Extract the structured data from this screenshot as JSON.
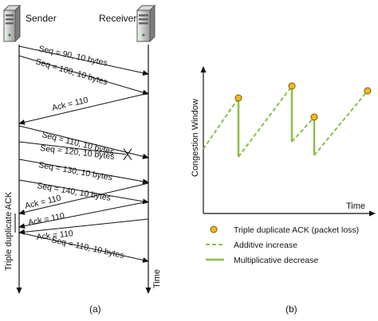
{
  "panel_a": {
    "caption": "(a)",
    "sender_label": "Sender",
    "receiver_label": "Receiver",
    "time_label": "Time",
    "triple_dup_label": "Triple duplicate ACK",
    "messages": [
      {
        "label": "Seq = 90, 10 bytes",
        "dir": "s2r",
        "lost": false
      },
      {
        "label": "Seq = 100, 10 bytes",
        "dir": "s2r",
        "lost": false
      },
      {
        "label": "Ack = 110",
        "dir": "r2s",
        "lost": false
      },
      {
        "label": "Seq = 110, 10 bytes",
        "dir": "s2r",
        "lost": false
      },
      {
        "label": "Seq = 120, 10 bytes",
        "dir": "s2r",
        "lost": true
      },
      {
        "label": "Seq = 130, 10 bytes",
        "dir": "s2r",
        "lost": false
      },
      {
        "label": "Seq = 140, 10 bytes",
        "dir": "s2r",
        "lost": false
      },
      {
        "label": "Ack = 110",
        "dir": "r2s",
        "lost": false
      },
      {
        "label": "Ack = 110",
        "dir": "r2s",
        "lost": false
      },
      {
        "label": "Ack = 110",
        "dir": "r2s",
        "lost": false
      },
      {
        "label": "Seq = 110, 10 bytes",
        "dir": "s2r",
        "lost": false
      }
    ]
  },
  "panel_b": {
    "caption": "(b)",
    "ylabel": "Congestion Window",
    "xlabel": "Time",
    "legend": [
      {
        "label": "Triple duplicate ACK (packet loss)",
        "kind": "marker"
      },
      {
        "label": "Additive increase",
        "kind": "dashed"
      },
      {
        "label": "Multiplicative decrease",
        "kind": "solid"
      }
    ],
    "colors": {
      "line": "#8bbf4a",
      "marker": "#f2b81c",
      "marker_edge": "#7a5a00"
    }
  }
}
